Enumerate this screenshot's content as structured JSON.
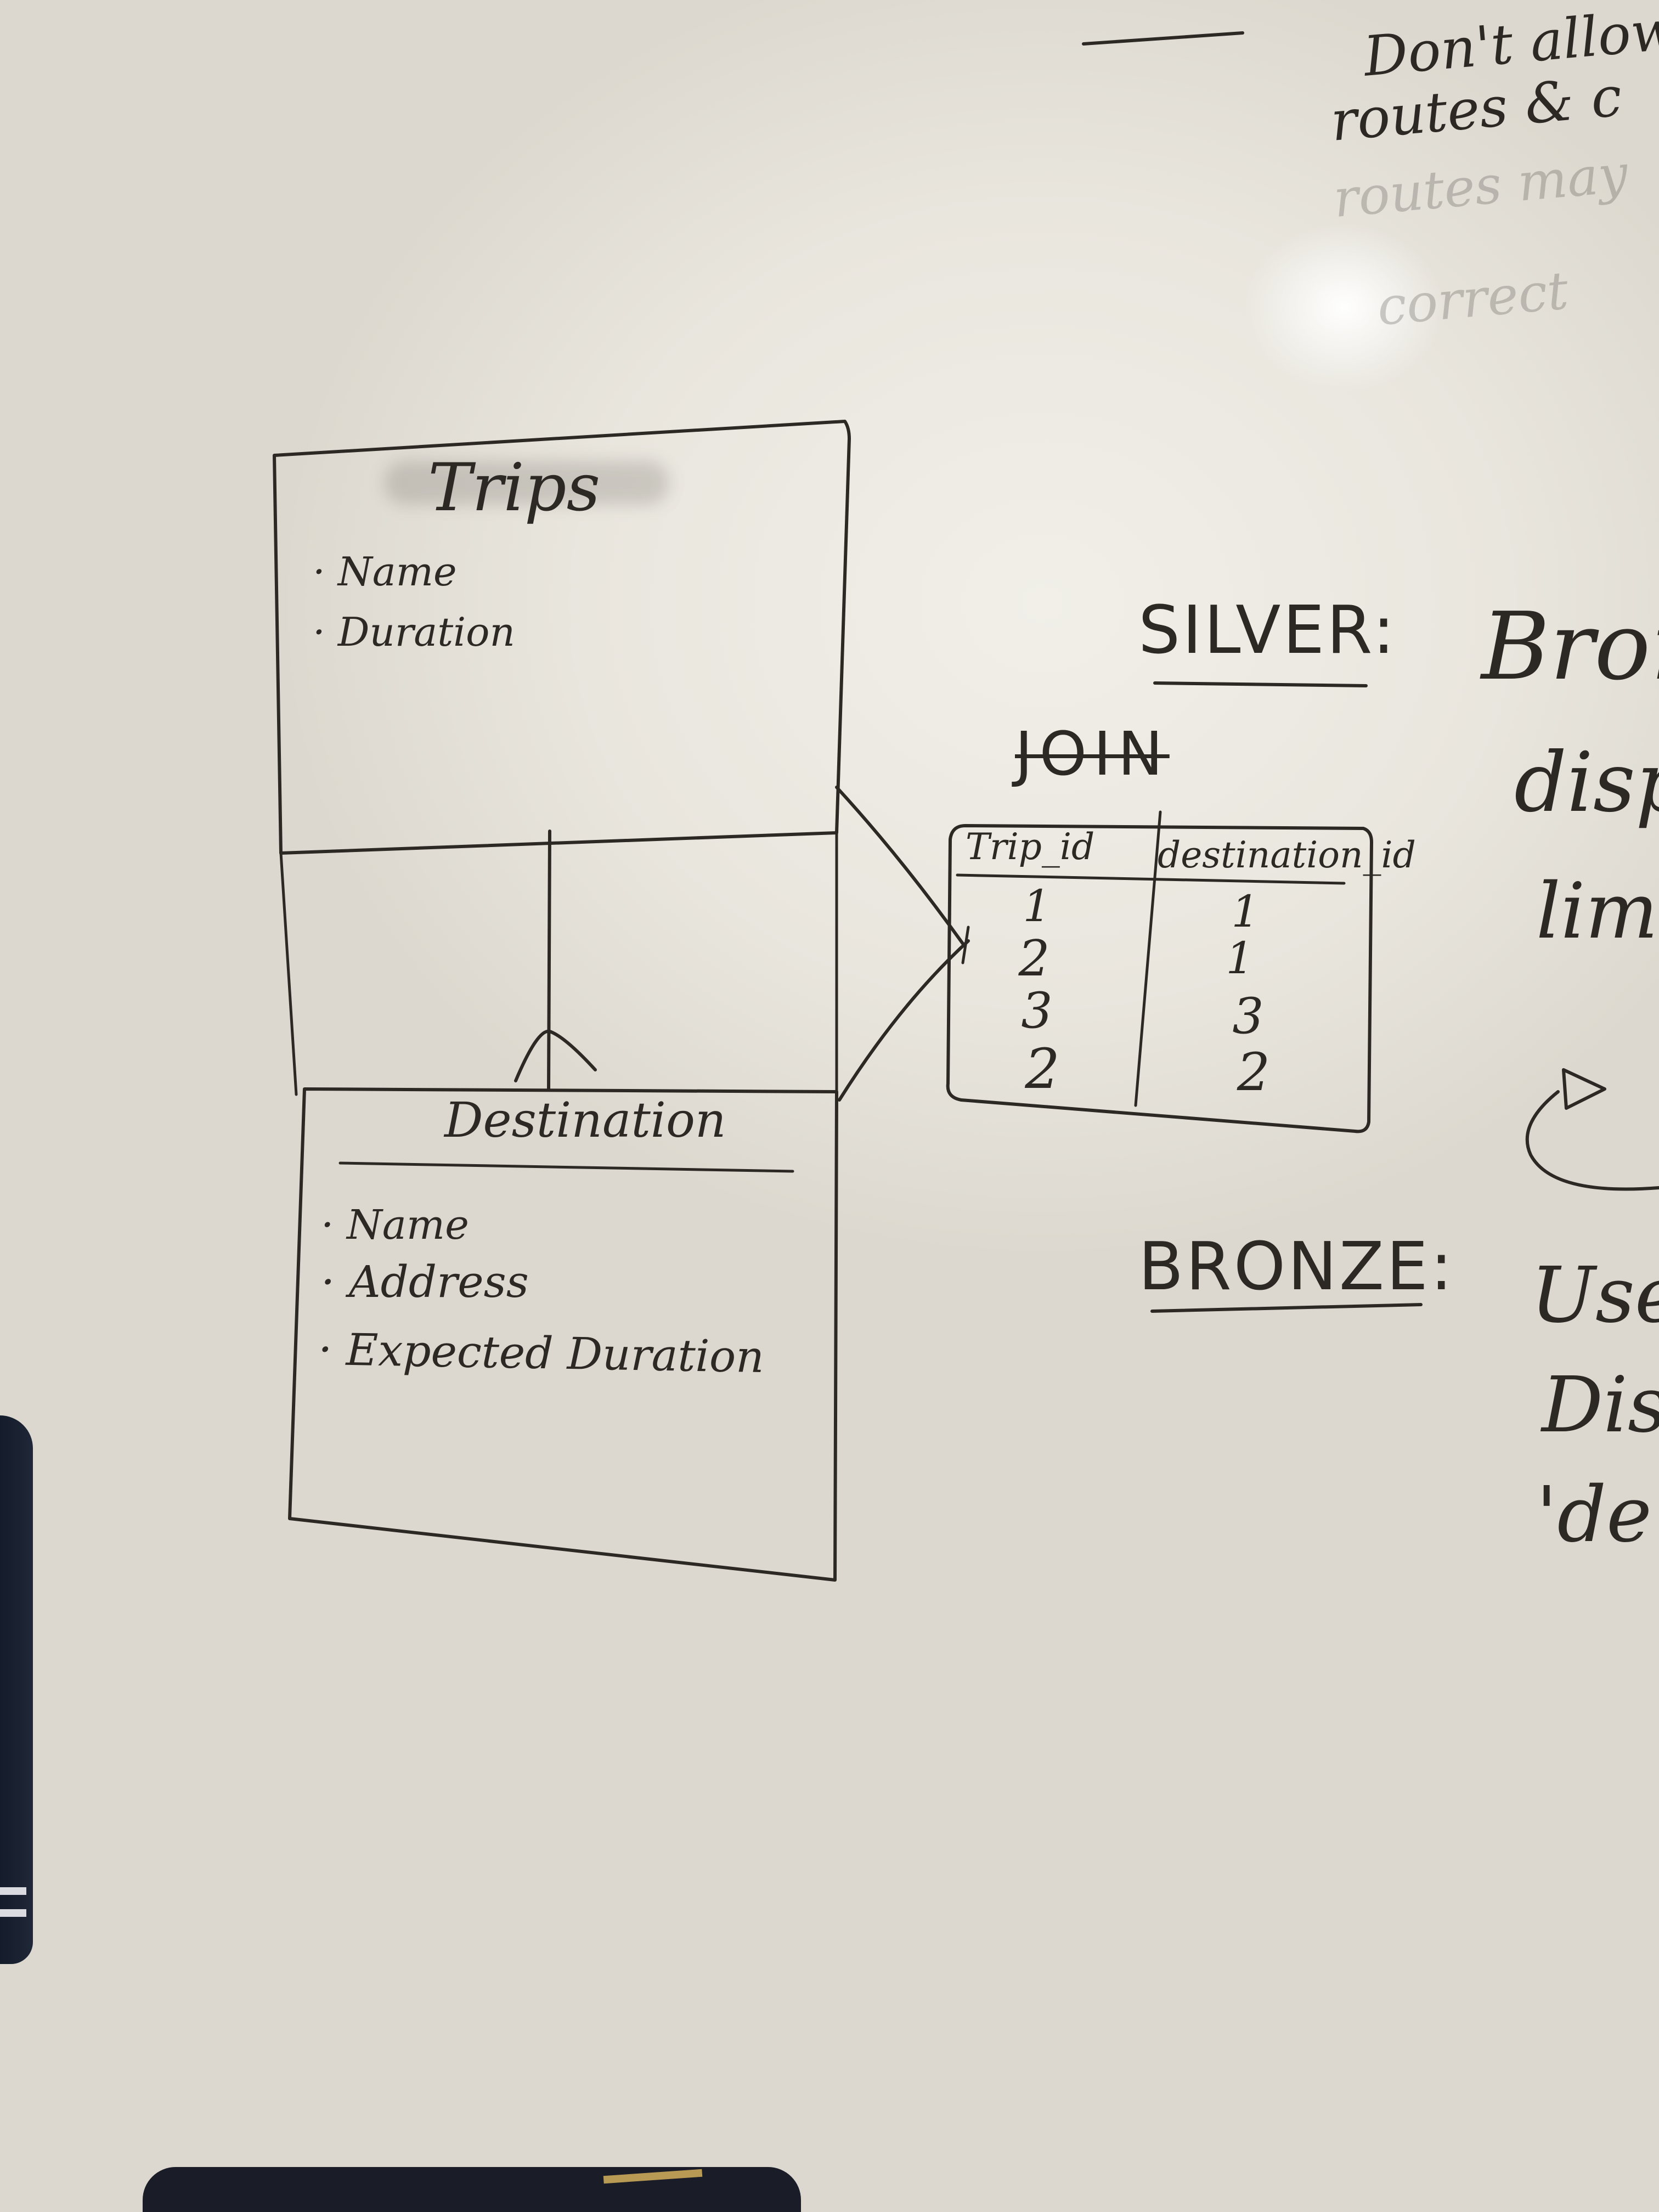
{
  "whiteboard": {
    "trips_box": {
      "title": "Trips",
      "fields": [
        "· Name",
        "· Duration"
      ]
    },
    "destination_box": {
      "title": "Destination",
      "fields": [
        "· Name",
        "· Address",
        "· Expected Duration"
      ]
    },
    "join_table": {
      "heading": "JOIN",
      "columns": [
        "Trip_id",
        "destination_id"
      ],
      "rows": [
        [
          "1",
          "1"
        ],
        [
          "2",
          "1"
        ],
        [
          "3",
          "3"
        ],
        [
          "2",
          "2"
        ]
      ]
    },
    "silver": {
      "label": "SILVER:",
      "text_fragments": [
        "Bron",
        "disp",
        "lim"
      ]
    },
    "bronze": {
      "label": "BRONZE:",
      "text_fragments": [
        "User",
        "Dis",
        "'de"
      ]
    },
    "top_note": [
      "Don't allow",
      "routes & c",
      "routes may",
      "correct"
    ]
  }
}
